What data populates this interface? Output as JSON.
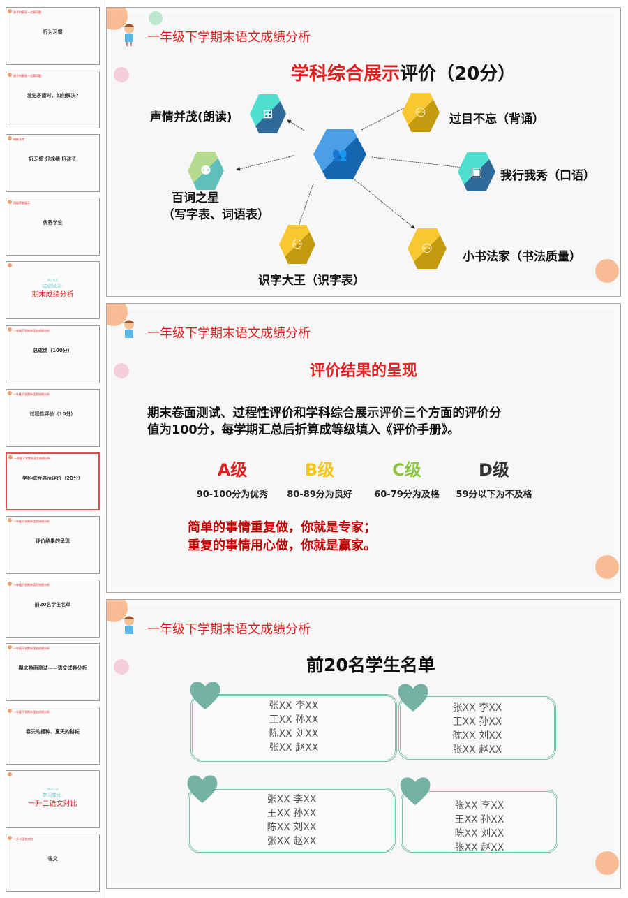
{
  "thumbnails": [
    {
      "header": "孩子的表现—点滴问题",
      "main": "行为习惯"
    },
    {
      "header": "孩子的表现—点滴问题",
      "main": "发生矛盾时，如何解决?"
    },
    {
      "header": "榜样宣传",
      "main": "好习惯 好成绩 好孩子"
    },
    {
      "header": "班级荣誉展示",
      "main": "优秀学生"
    },
    {
      "part": "PART.02",
      "sub": "成绩风采:",
      "big": "期末成绩分析"
    },
    {
      "header": "一年级下学期末语文成绩分析",
      "main": "总成绩（100分）"
    },
    {
      "header": "一年级下学期末语文成绩分析",
      "main": "过程性评价（10分）"
    },
    {
      "header": "一年级下学期末语文成绩分析",
      "main": "学科综合展示评价（20分）"
    },
    {
      "header": "一年级下学期末语文成绩分析",
      "main": "评价结果的呈现"
    },
    {
      "header": "一年级下学期末语文成绩分析",
      "main": "前20名学生名单"
    },
    {
      "header": "一年级下学期末语文成绩分析",
      "main": "期末卷面测试——语文试卷分析"
    },
    {
      "header": "一年级下学期末语文成绩分析",
      "main": "春天的播种、夏天的耕耘"
    },
    {
      "part": "PART.03",
      "sub": "学习变化:",
      "big": "一升二语文对比"
    },
    {
      "header": "一升二语文对比",
      "main": "语文"
    }
  ],
  "header": "一年级下学期末语文成绩分析",
  "slide1": {
    "title_red": "学科综合展示",
    "title_black": "评价（20分）",
    "items": [
      "声情并茂(朗读)",
      "过目不忘（背诵）",
      "我行我秀（口语）",
      "百词之星",
      "（写字表、词语表）",
      "识字大王（识字表）",
      "小书法家（书法质量）"
    ]
  },
  "slide2": {
    "title": "评价结果的呈现",
    "para1": "期末卷面测试、过程性评价和学科综合展示评价三个方面的评价分",
    "para2": "值为100分，每学期汇总后折算成等级填入《评价手册》。",
    "grades": [
      {
        "grade": "A级",
        "desc": "90-100分为优秀",
        "color": "#e02020"
      },
      {
        "grade": "B级",
        "desc": "80-89分为良好",
        "color": "#f5c518"
      },
      {
        "grade": "C级",
        "desc": "60-79分为及格",
        "color": "#8dc63f"
      },
      {
        "grade": "D级",
        "desc": "59分以下为不及格",
        "color": "#333333"
      }
    ],
    "quote1": "简单的事情重复做，你就是专家；",
    "quote2": "重复的事情用心做，你就是赢家。"
  },
  "slide3": {
    "title": "前20名学生名单",
    "groups": [
      [
        "张XX 李XX",
        "王XX 孙XX",
        "陈XX 刘XX",
        "张XX 赵XX"
      ],
      [
        "张XX 李XX",
        "王XX 孙XX",
        "陈XX 刘XX",
        "张XX 赵XX"
      ],
      [
        "张XX 李XX",
        "王XX 孙XX",
        "陈XX 刘XX",
        "张XX 赵XX"
      ],
      [
        "张XX 李XX",
        "王XX 孙XX",
        "陈XX 刘XX",
        "张XX 赵XX"
      ]
    ]
  }
}
